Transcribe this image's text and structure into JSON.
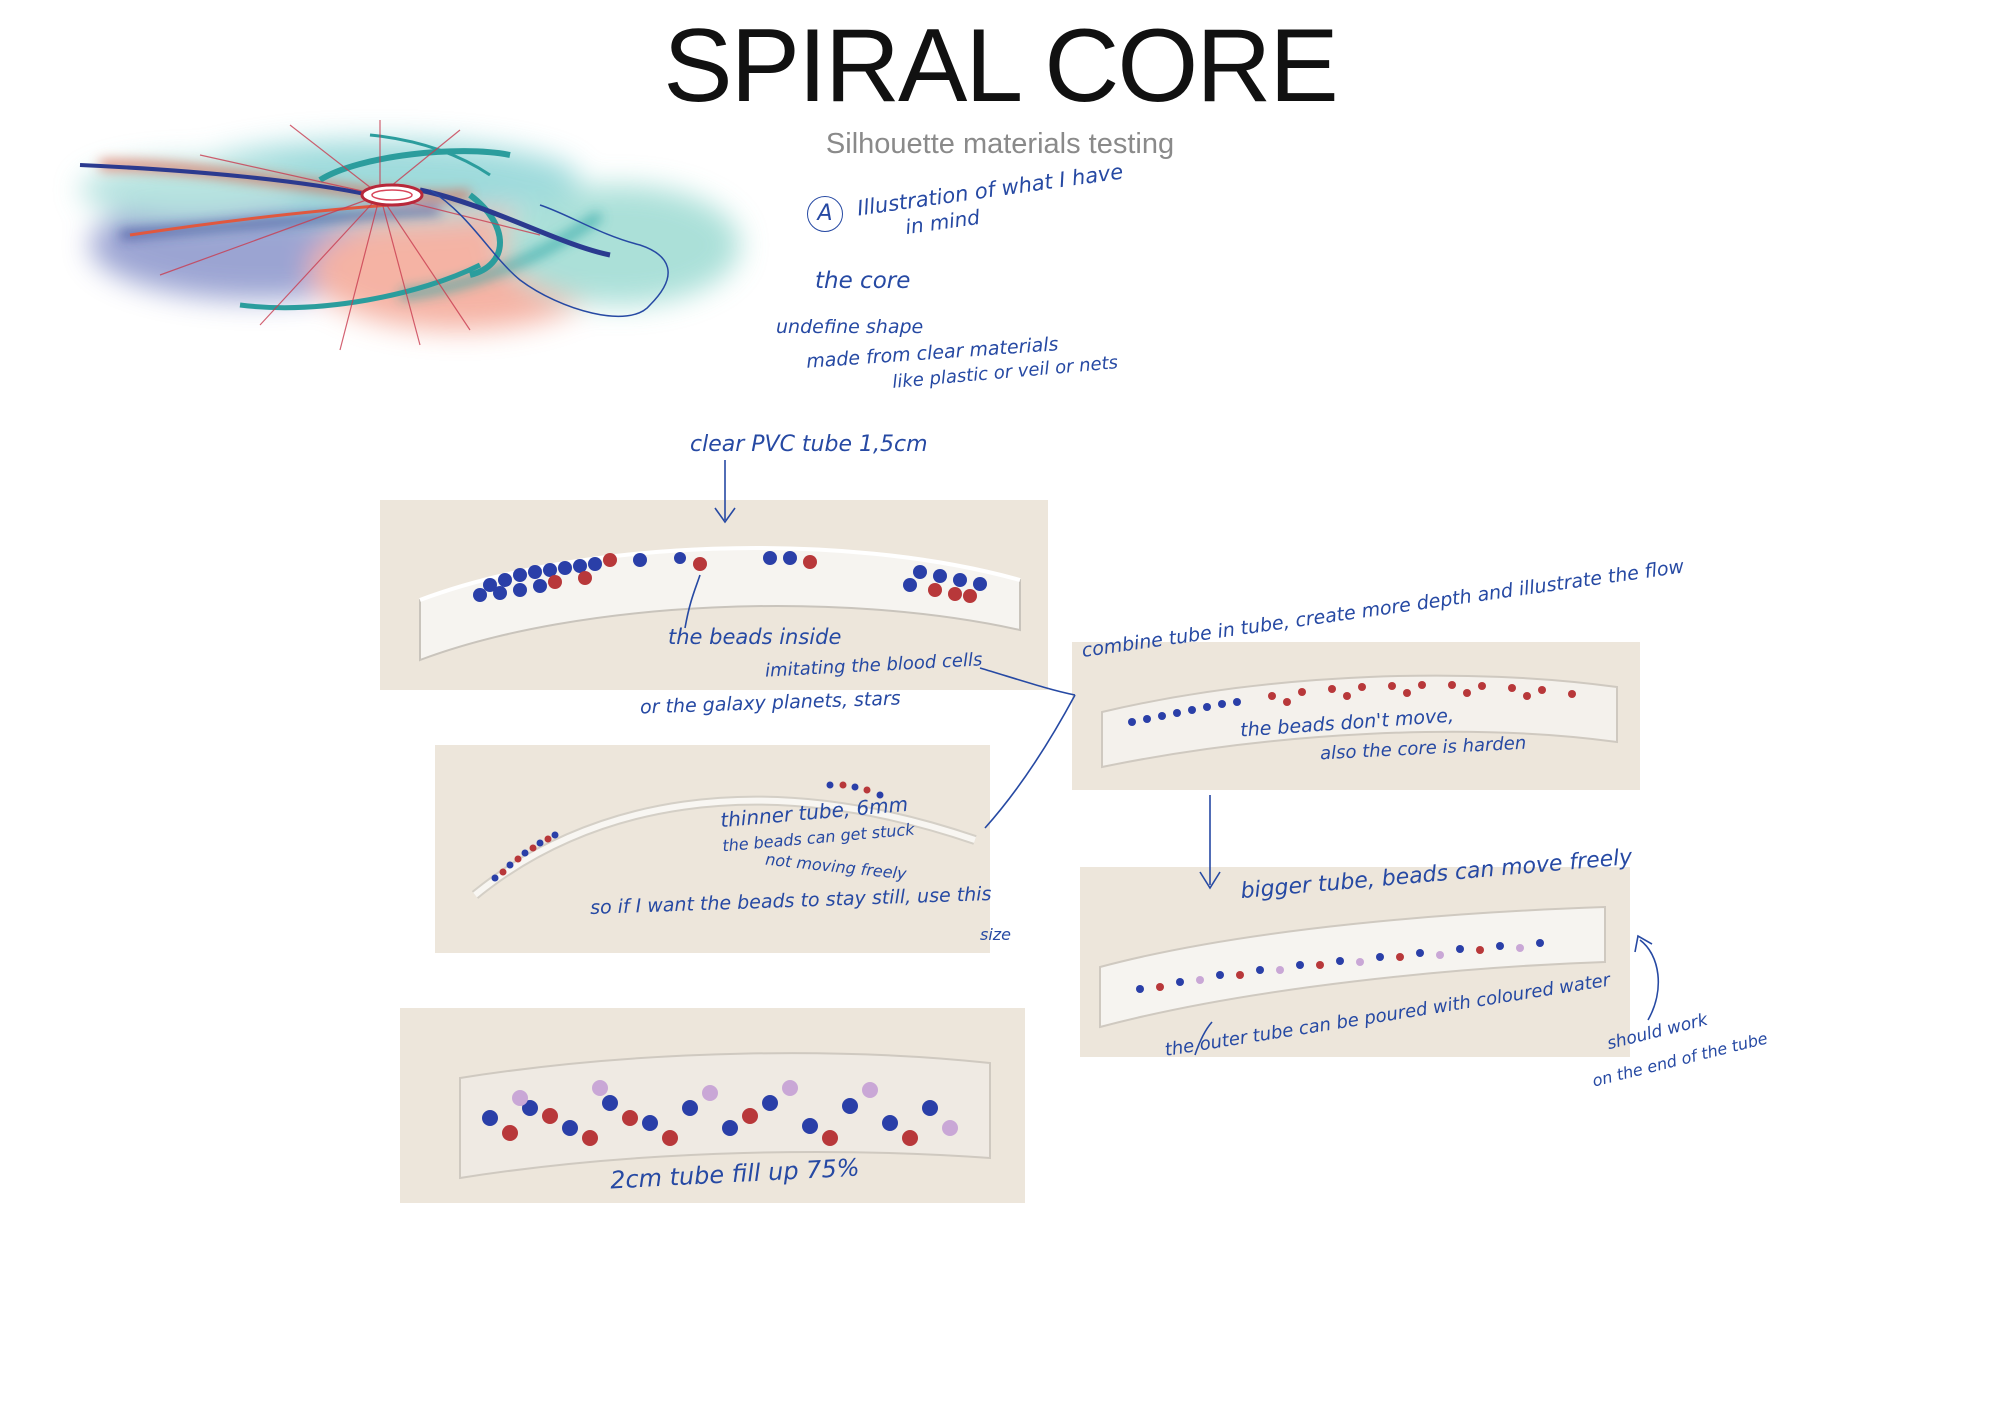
{
  "header": {
    "title": "SPIRAL CORE",
    "subtitle": "Silhouette materials testing"
  },
  "sketch": {
    "marker": "A",
    "caption_line1": "Illustration of what I have",
    "caption_line2": "in mind",
    "core_label": "the core",
    "shape_line1": "undefine shape",
    "shape_line2": "made from clear materials",
    "shape_line3": "like plastic or veil or nets"
  },
  "tube_pvc": {
    "label": "clear PVC tube 1,5cm",
    "beads_line1": "the beads inside",
    "beads_line2": "imitating the blood cells",
    "beads_line3": "or the galaxy planets, stars"
  },
  "tube_thin": {
    "line1": "thinner tube, 6mm",
    "line2": "the beads can get stuck",
    "line3": "not moving freely",
    "line4": "so if I want the beads to stay still, use this",
    "line5": "size"
  },
  "tube_2cm": {
    "label": "2cm tube fill up 75%"
  },
  "tube_combined": {
    "line1": "combine tube in tube, create more depth and illustrate the flow",
    "line2": "the beads don't move,",
    "line3": "also the core is harden"
  },
  "tube_bigger": {
    "label": "bigger tube, beads can move freely",
    "outer_note": "the outer tube can be poured with coloured water",
    "end_note_line1": "should work",
    "end_note_line2": "on the end of the tube"
  },
  "colors": {
    "ink": "#2649a3",
    "bead_blue": "#2a3fa8",
    "bead_red": "#b8383a",
    "photo_bg": "#ede6db"
  }
}
